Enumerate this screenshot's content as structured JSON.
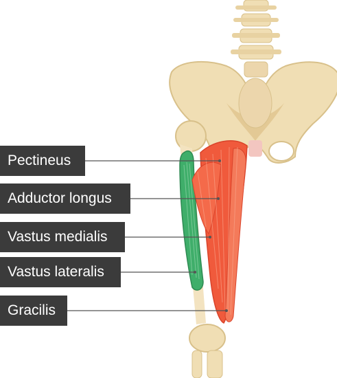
{
  "labels": [
    {
      "id": "pectineus",
      "text": "Pectineus"
    },
    {
      "id": "adductor-longus",
      "text": "Adductor longus"
    },
    {
      "id": "vastus-medialis",
      "text": "Vastus medialis"
    },
    {
      "id": "vastus-lateralis",
      "text": "Vastus lateralis"
    },
    {
      "id": "gracilis",
      "text": "Gracilis"
    }
  ],
  "colors": {
    "bone": "#f0deb4",
    "bone_shadow": "#d8c08a",
    "muscle_highlight": "#f05a3c",
    "muscle_highlight_light": "#f68a6c",
    "muscle_green": "#3fae6a",
    "label_bg": "#3b3b3b",
    "label_text": "#ffffff",
    "leader_line": "#555555"
  },
  "highlighted_muscle": "Gracilis"
}
